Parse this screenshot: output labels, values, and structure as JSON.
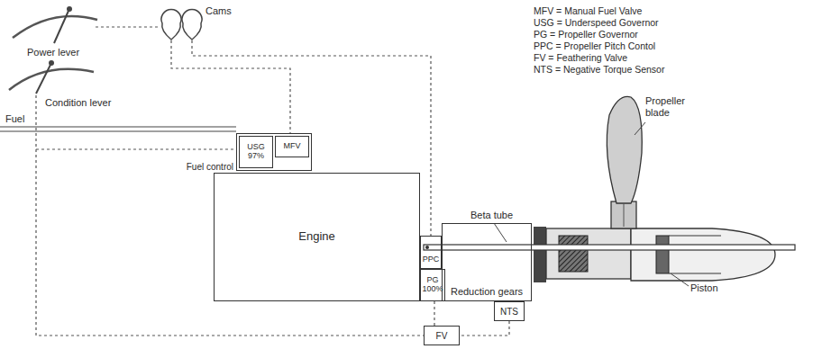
{
  "diagram": {
    "nodes": [
      {
        "text": [
          "Fuel control"
        ]
      },
      {
        "text": [
          "USG 97%"
        ],
        "in": 0
      },
      {
        "text": [
          "MFV"
        ],
        "in": 0
      },
      {
        "text": [
          "Engine"
        ]
      },
      {
        "text": [
          "PPC"
        ]
      },
      {
        "text": [
          "PG 100%"
        ]
      },
      {
        "text": [
          "Reduction gears"
        ]
      },
      {
        "text": [
          "NTS"
        ]
      },
      {
        "text": [
          "FV"
        ]
      }
    ],
    "edges": [
      {
        "from": 7,
        "to": 8,
        "arrow": "none"
      },
      {
        "from": 8,
        "to": 5,
        "arrow": "none"
      }
    ],
    "labels": [
      "MFV = Manual Fuel Valve",
      "USG = Underspeed Governor",
      "PG = Propeller Governor",
      "PPC = Propeller Pitch Contol",
      "FV = Feathering Valve",
      "NTS = Negative Torque Sensor",
      "Power lever",
      "Cams",
      "Condition lever",
      "Fuel",
      "Beta tube",
      "Propeller blade",
      "Piston"
    ]
  }
}
